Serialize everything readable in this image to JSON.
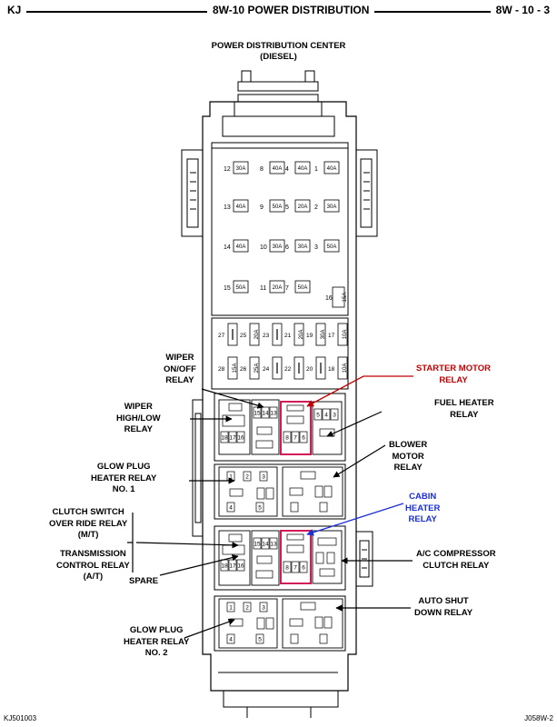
{
  "header": {
    "left": "KJ",
    "center": "8W-10 POWER DISTRIBUTION",
    "right": "8W - 10 - 3"
  },
  "pdc_title": {
    "line1": "POWER DISTRIBUTION CENTER",
    "line2": "(DIESEL)"
  },
  "fuses_upper": [
    {
      "num": "12",
      "amp": "30A"
    },
    {
      "num": "8",
      "amp": "40A"
    },
    {
      "num": "4",
      "amp": "40A"
    },
    {
      "num": "1",
      "amp": "40A"
    },
    {
      "num": "13",
      "amp": "40A"
    },
    {
      "num": "9",
      "amp": "50A"
    },
    {
      "num": "5",
      "amp": "20A"
    },
    {
      "num": "2",
      "amp": "30A"
    },
    {
      "num": "14",
      "amp": "40A"
    },
    {
      "num": "10",
      "amp": "30A"
    },
    {
      "num": "6",
      "amp": "30A"
    },
    {
      "num": "3",
      "amp": "50A"
    },
    {
      "num": "15",
      "amp": "50A"
    },
    {
      "num": "11",
      "amp": "20A"
    },
    {
      "num": "7",
      "amp": "50A"
    }
  ],
  "fuse_16": {
    "num": "16",
    "amp": "15A"
  },
  "mini_fuses_row1": [
    {
      "num": "27",
      "amp": ""
    },
    {
      "num": "25",
      "amp": "20A"
    },
    {
      "num": "23",
      "amp": ""
    },
    {
      "num": "21",
      "amp": "20A"
    },
    {
      "num": "19",
      "amp": "30A"
    },
    {
      "num": "17",
      "amp": "10A"
    }
  ],
  "mini_fuses_row2": [
    {
      "num": "28",
      "amp": "15A"
    },
    {
      "num": "26",
      "amp": "25A"
    },
    {
      "num": "24",
      "amp": ""
    },
    {
      "num": "22",
      "amp": ""
    },
    {
      "num": "20",
      "amp": ""
    },
    {
      "num": "18",
      "amp": "10A"
    }
  ],
  "relay_pins": {
    "upper_top": [
      "15",
      "14",
      "13"
    ],
    "upper_bottom": [
      "18",
      "17",
      "16"
    ],
    "upper_mid": [
      "8",
      "7",
      "6"
    ],
    "upper_right": [
      "5",
      "4",
      "3"
    ],
    "lower_top": [
      "15",
      "14",
      "13"
    ],
    "lower_bottom": [
      "18",
      "17",
      "16"
    ]
  },
  "labels": {
    "wiper_onoff": [
      "WIPER",
      "ON/OFF",
      "RELAY"
    ],
    "wiper_highlow": [
      "WIPER",
      "HIGH/LOW",
      "RELAY"
    ],
    "glow_plug_1": [
      "GLOW PLUG",
      "HEATER RELAY",
      "NO. 1"
    ],
    "clutch_switch": [
      "CLUTCH SWITCH",
      "OVER RIDE RELAY",
      "(M/T)"
    ],
    "transmission": [
      "TRANSMISSION",
      "CONTROL RELAY",
      "(A/T)"
    ],
    "spare": "SPARE",
    "glow_plug_2": [
      "GLOW PLUG",
      "HEATER RELAY",
      "NO. 2"
    ],
    "starter_motor": [
      "STARTER MOTOR",
      "RELAY"
    ],
    "fuel_heater": [
      "FUEL HEATER",
      "RELAY"
    ],
    "blower_motor": [
      "BLOWER",
      "MOTOR",
      "RELAY"
    ],
    "cabin_heater": [
      "CABIN",
      "HEATER",
      "RELAY"
    ],
    "ac_compressor": [
      "A/C COMPRESSOR",
      "CLUTCH RELAY"
    ],
    "auto_shutdown": [
      "AUTO SHUT",
      "DOWN RELAY"
    ]
  },
  "footer": {
    "left": "KJ501003",
    "right": "J058W-2"
  },
  "colors": {
    "highlight_red": "#c00000",
    "highlight_blue": "#1a2fd6",
    "relay_box_outline": "#d21a5a"
  }
}
